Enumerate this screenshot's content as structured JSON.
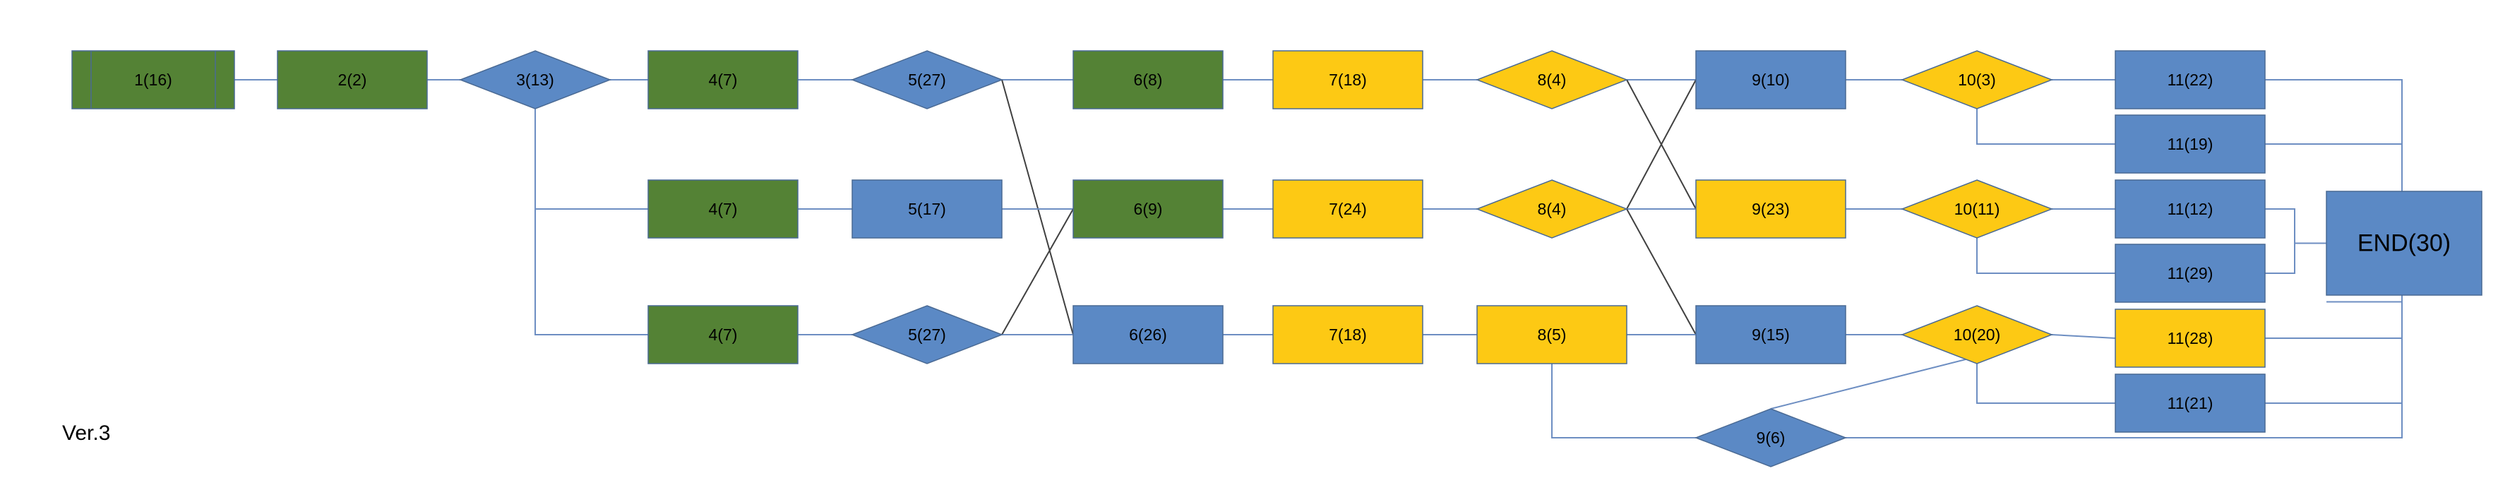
{
  "colors": {
    "green": "#548235",
    "blue": "#5b89c5",
    "yellow": "#fdc914",
    "line": "#6d8ec2",
    "line_dark": "#404040",
    "stroke": "#4a6a94"
  },
  "version_label": "Ver.3",
  "nodes": {
    "n1": {
      "label": "1(16)",
      "shape": "process",
      "color": "green"
    },
    "n2": {
      "label": "2(2)",
      "shape": "rect",
      "color": "green"
    },
    "n3": {
      "label": "3(13)",
      "shape": "diamond",
      "color": "blue"
    },
    "n4a": {
      "label": "4(7)",
      "shape": "rect",
      "color": "green"
    },
    "n4b": {
      "label": "4(7)",
      "shape": "rect",
      "color": "green"
    },
    "n4c": {
      "label": "4(7)",
      "shape": "rect",
      "color": "green"
    },
    "n5a": {
      "label": "5(27)",
      "shape": "diamond",
      "color": "blue"
    },
    "n5b": {
      "label": "5(17)",
      "shape": "rect",
      "color": "blue"
    },
    "n5c": {
      "label": "5(27)",
      "shape": "diamond",
      "color": "blue"
    },
    "n6a": {
      "label": "6(8)",
      "shape": "rect",
      "color": "green"
    },
    "n6b": {
      "label": "6(9)",
      "shape": "rect",
      "color": "green"
    },
    "n6c": {
      "label": "6(26)",
      "shape": "rect",
      "color": "blue"
    },
    "n7a": {
      "label": "7(18)",
      "shape": "rect",
      "color": "yellow"
    },
    "n7b": {
      "label": "7(24)",
      "shape": "rect",
      "color": "yellow"
    },
    "n7c": {
      "label": "7(18)",
      "shape": "rect",
      "color": "yellow"
    },
    "n8a": {
      "label": "8(4)",
      "shape": "diamond",
      "color": "yellow"
    },
    "n8b": {
      "label": "8(4)",
      "shape": "diamond",
      "color": "yellow"
    },
    "n8c": {
      "label": "8(5)",
      "shape": "rect",
      "color": "yellow"
    },
    "n9a": {
      "label": "9(10)",
      "shape": "rect",
      "color": "blue"
    },
    "n9b": {
      "label": "9(23)",
      "shape": "rect",
      "color": "yellow"
    },
    "n9c": {
      "label": "9(15)",
      "shape": "rect",
      "color": "blue"
    },
    "n9d": {
      "label": "9(6)",
      "shape": "diamond",
      "color": "blue"
    },
    "n10a": {
      "label": "10(3)",
      "shape": "diamond",
      "color": "yellow"
    },
    "n10b": {
      "label": "10(11)",
      "shape": "diamond",
      "color": "yellow"
    },
    "n10c": {
      "label": "10(20)",
      "shape": "diamond",
      "color": "yellow"
    },
    "n11a": {
      "label": "11(22)",
      "shape": "rect",
      "color": "blue"
    },
    "n11b": {
      "label": "11(19)",
      "shape": "rect",
      "color": "blue"
    },
    "n11c": {
      "label": "11(12)",
      "shape": "rect",
      "color": "blue"
    },
    "n11d": {
      "label": "11(29)",
      "shape": "rect",
      "color": "blue"
    },
    "n11e": {
      "label": "11(28)",
      "shape": "rect",
      "color": "yellow"
    },
    "n11f": {
      "label": "11(21)",
      "shape": "rect",
      "color": "blue"
    },
    "end": {
      "label": "END(30)",
      "shape": "rect",
      "color": "blue"
    }
  },
  "edges": [
    {
      "from": "n1",
      "to": "n2"
    },
    {
      "from": "n2",
      "to": "n3"
    },
    {
      "from": "n3",
      "to": "n4a"
    },
    {
      "from": "n3",
      "to": "n4b"
    },
    {
      "from": "n3",
      "to": "n4c"
    },
    {
      "from": "n4a",
      "to": "n5a"
    },
    {
      "from": "n4b",
      "to": "n5b"
    },
    {
      "from": "n4c",
      "to": "n5c"
    },
    {
      "from": "n5a",
      "to": "n6a"
    },
    {
      "from": "n5a",
      "to": "n6c"
    },
    {
      "from": "n5b",
      "to": "n6b"
    },
    {
      "from": "n5c",
      "to": "n6b"
    },
    {
      "from": "n5c",
      "to": "n6c"
    },
    {
      "from": "n6a",
      "to": "n7a"
    },
    {
      "from": "n6b",
      "to": "n7b"
    },
    {
      "from": "n6c",
      "to": "n7c"
    },
    {
      "from": "n7a",
      "to": "n8a"
    },
    {
      "from": "n7b",
      "to": "n8b"
    },
    {
      "from": "n7c",
      "to": "n8c"
    },
    {
      "from": "n8a",
      "to": "n9a"
    },
    {
      "from": "n8a",
      "to": "n9b"
    },
    {
      "from": "n8b",
      "to": "n9a"
    },
    {
      "from": "n8b",
      "to": "n9b"
    },
    {
      "from": "n8b",
      "to": "n9c"
    },
    {
      "from": "n8c",
      "to": "n9c"
    },
    {
      "from": "n8c",
      "to": "n9d"
    },
    {
      "from": "n9a",
      "to": "n10a"
    },
    {
      "from": "n9b",
      "to": "n10b"
    },
    {
      "from": "n9c",
      "to": "n10c"
    },
    {
      "from": "n9d",
      "to": "n10c"
    },
    {
      "from": "n10a",
      "to": "n11a"
    },
    {
      "from": "n10a",
      "to": "n11b"
    },
    {
      "from": "n10b",
      "to": "n11c"
    },
    {
      "from": "n10b",
      "to": "n11d"
    },
    {
      "from": "n10c",
      "to": "n11e"
    },
    {
      "from": "n10c",
      "to": "n11f"
    },
    {
      "from": "n11a",
      "to": "end"
    },
    {
      "from": "n11b",
      "to": "end"
    },
    {
      "from": "n11c",
      "to": "end"
    },
    {
      "from": "n11d",
      "to": "end"
    },
    {
      "from": "n11e",
      "to": "end"
    },
    {
      "from": "n11f",
      "to": "end"
    },
    {
      "from": "n9d",
      "to": "end"
    }
  ]
}
